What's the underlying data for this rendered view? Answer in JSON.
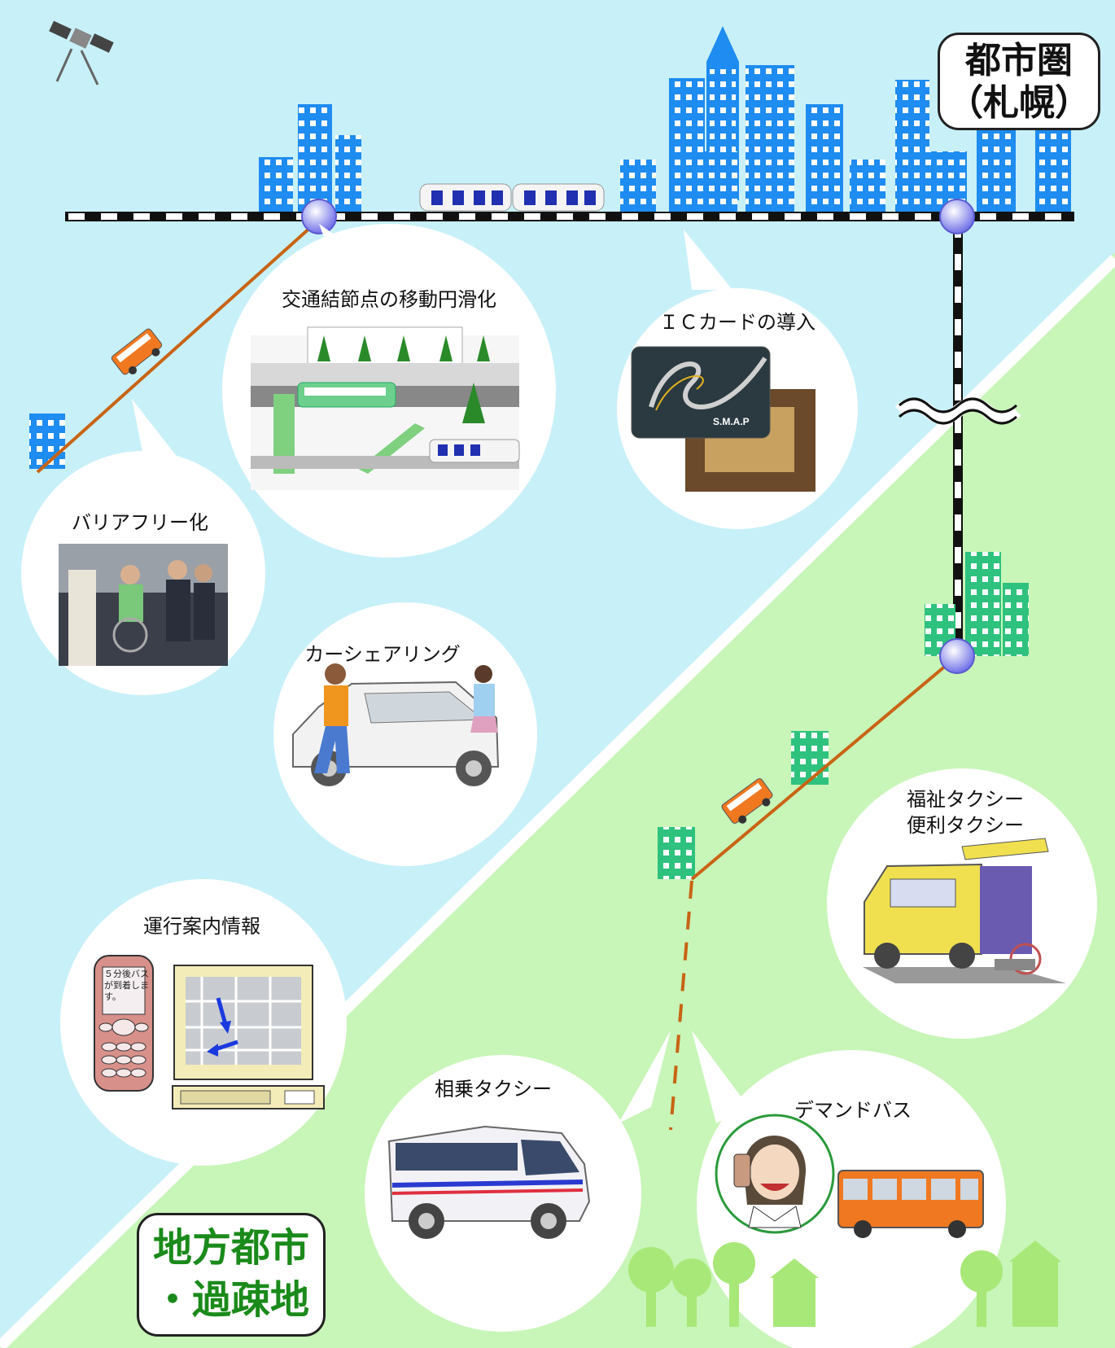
{
  "region_labels": {
    "urban_line1": "都市圏",
    "urban_line2": "（札幌）",
    "rural_line1": "地方都市",
    "rural_line2": "・過疎地"
  },
  "bubbles": {
    "node_smoothing": "交通結節点の移動円滑化",
    "ic_card": "ＩＣカードの導入",
    "barrier_free": "バリアフリー化",
    "car_sharing": "カーシェアリング",
    "welfare_taxi_line1": "福祉タクシー",
    "welfare_taxi_line2": "便利タクシー",
    "operation_info": "運行案内情報",
    "shared_taxi": "相乗タクシー",
    "demand_bus": "デマンドバス"
  },
  "ic_card_brand": "S.M.A.P",
  "phone_message": "５分後バスが到着します。",
  "colors": {
    "urban_bg": "#c8f0f8",
    "rural_bg": "#c8f5b8",
    "urban_building": "#1e8cf0",
    "rural_building": "#2ec27e",
    "bus_route": "#c86414",
    "station_node": "#8c8cf0",
    "rural_label_text": "#1a8a1a"
  }
}
